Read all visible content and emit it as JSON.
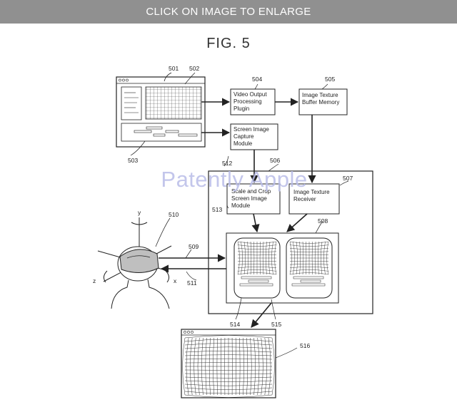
{
  "banner": {
    "label": "CLICK ON IMAGE TO ENLARGE"
  },
  "figure": {
    "title": "FIG. 5",
    "watermark": "Patently Apple"
  },
  "refs": {
    "r501": "501",
    "r502": "502",
    "r503": "503",
    "r504": "504",
    "r505": "505",
    "r506": "506",
    "r507": "507",
    "r508": "508",
    "r509": "509",
    "r510": "510",
    "r511": "511",
    "r512": "512",
    "r513": "513",
    "r514": "514",
    "r515": "515",
    "r516": "516"
  },
  "blocks": {
    "video_output": [
      "Video Output",
      "Processing",
      "Plugin"
    ],
    "texture_buffer": [
      "Image Texture",
      "Buffer Memory"
    ],
    "screen_capture": [
      "Screen Image",
      "Capture",
      "Module"
    ],
    "scale_crop": [
      "Scale and Crop",
      "Screen Image",
      "Module"
    ],
    "texture_receiver": [
      "Image Texture",
      "Receiver"
    ]
  },
  "axes": {
    "x": "x",
    "y": "y",
    "z": "z"
  }
}
